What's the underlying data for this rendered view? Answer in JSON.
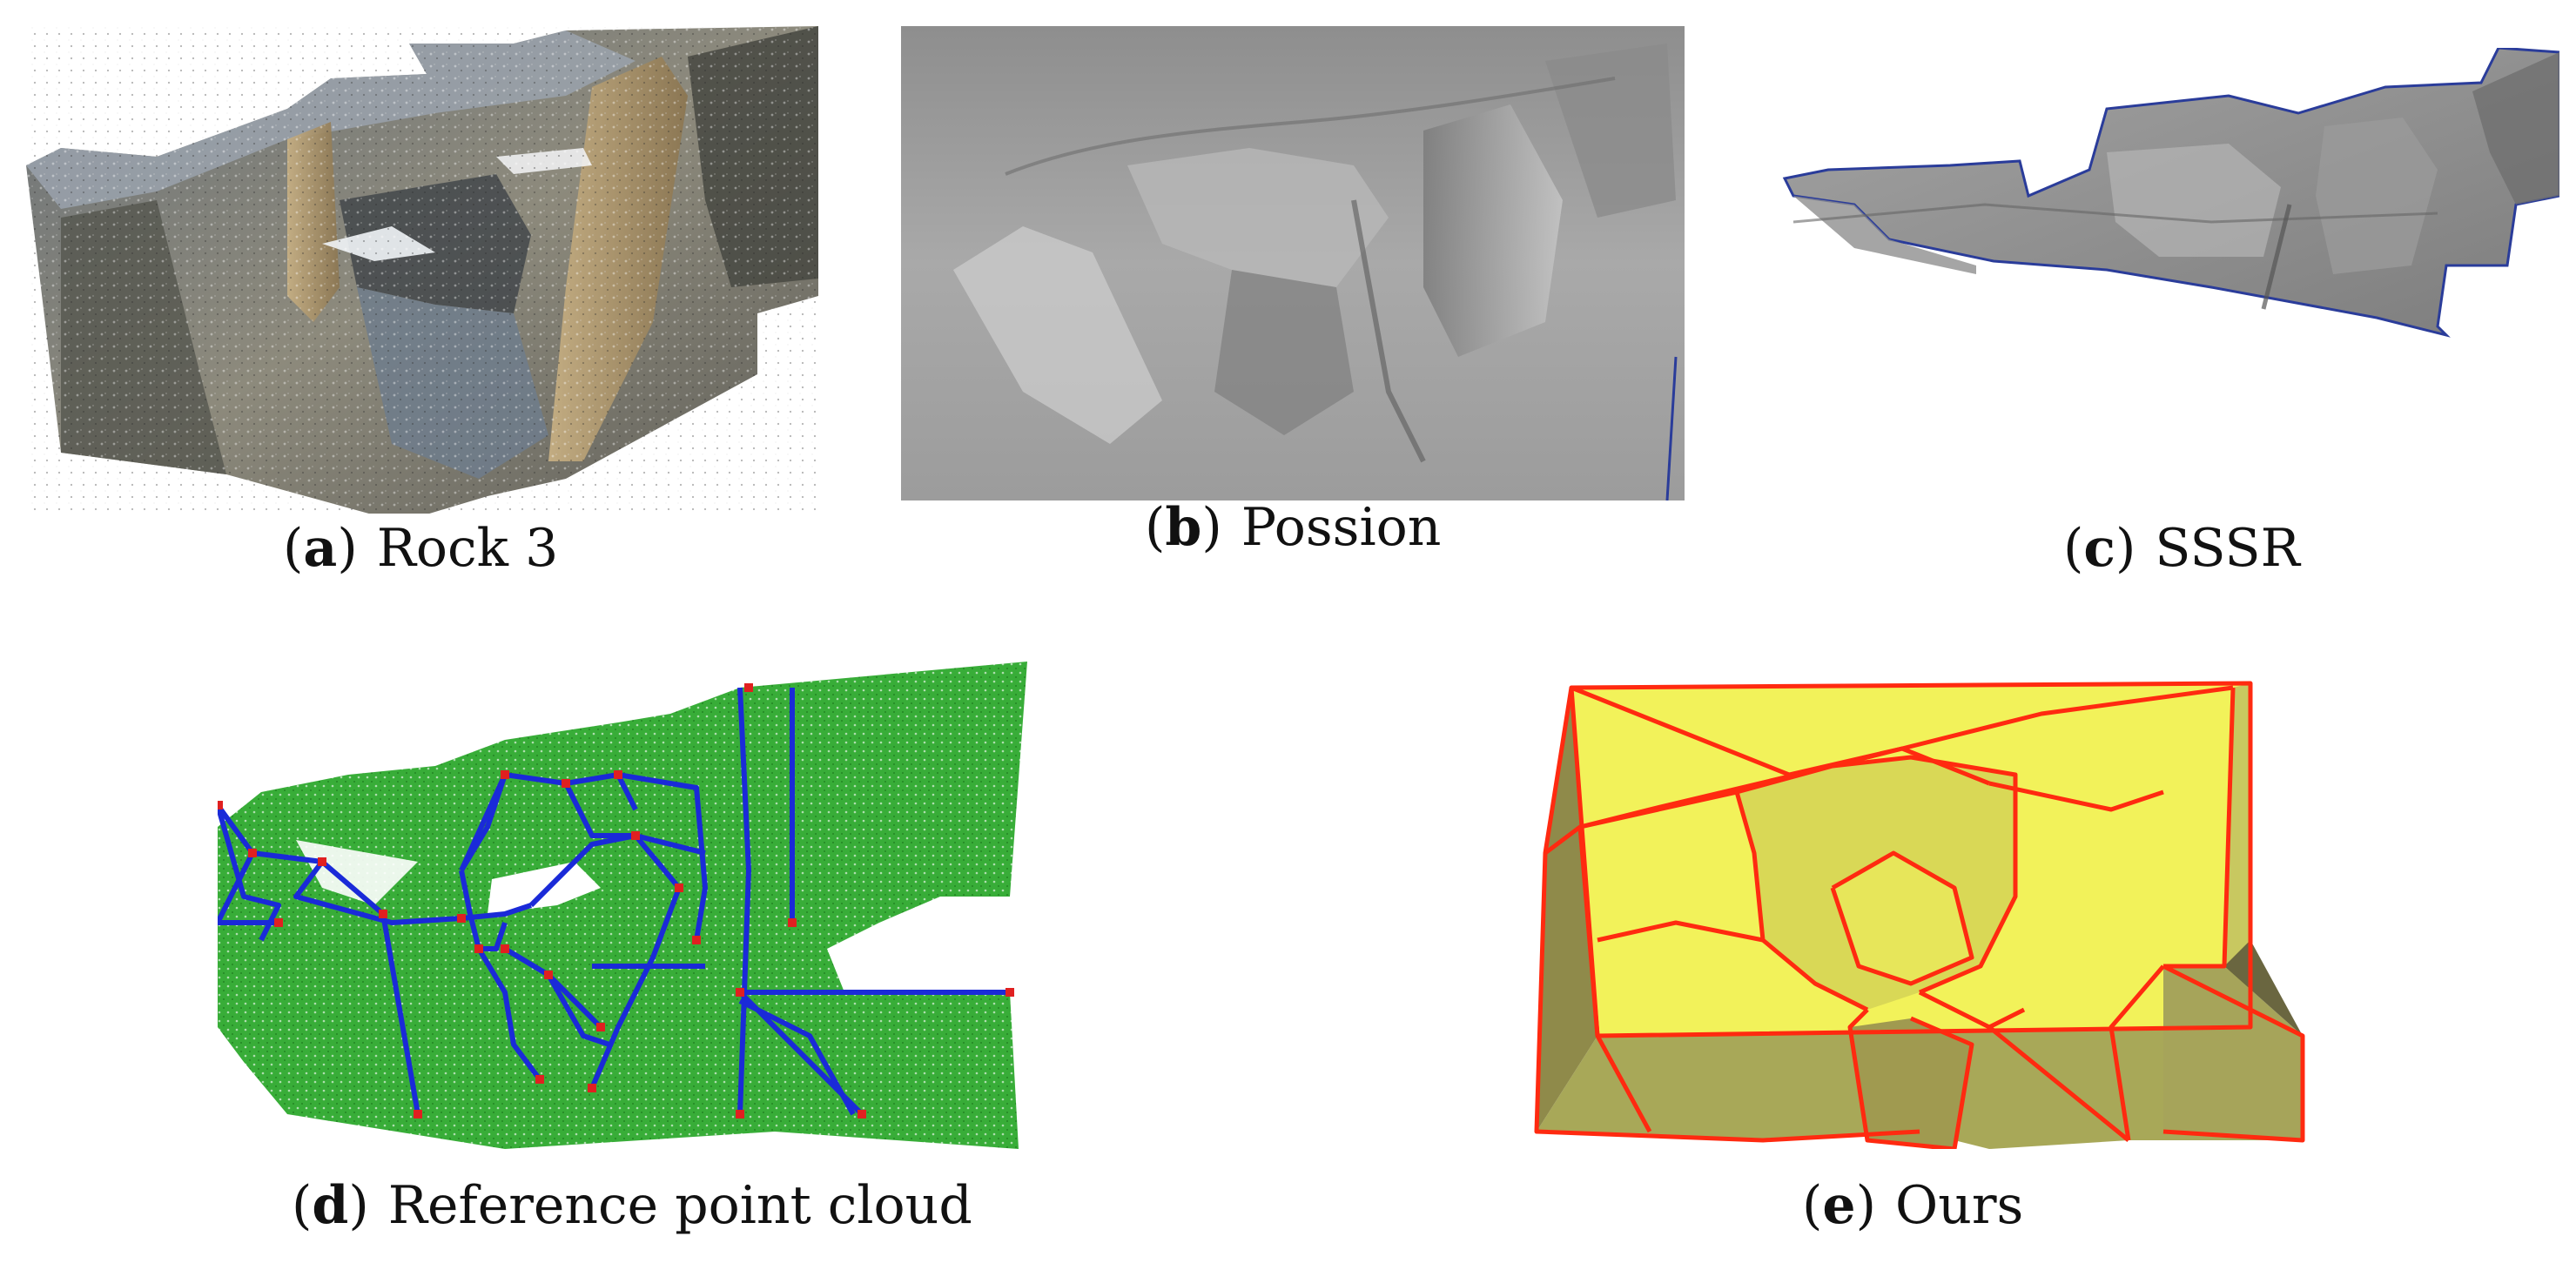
{
  "figure": {
    "panels": [
      {
        "letter": "a",
        "label": "Rock 3",
        "kind": "colored point cloud"
      },
      {
        "letter": "b",
        "label": "Possion",
        "kind": "smooth grey mesh"
      },
      {
        "letter": "c",
        "label": "SSSR",
        "kind": "grey mesh with blue boundary"
      },
      {
        "letter": "d",
        "label": "Reference point cloud",
        "kind": "green point cloud with blue edges"
      },
      {
        "letter": "e",
        "label": "Ours",
        "kind": "yellow polygonal model with red edges"
      }
    ],
    "colors": {
      "rock_grey": "#8a8a84",
      "mesh_grey": "#9a9a9a",
      "boundary_blue": "#2a3c9a",
      "cloud_green": "#2ea82e",
      "edge_blue": "#1a2ad8",
      "vertex_red": "#e02020",
      "model_yellow": "#f2f25a",
      "model_shadow": "#a8a858",
      "model_edge_red": "#ff2a10"
    }
  }
}
